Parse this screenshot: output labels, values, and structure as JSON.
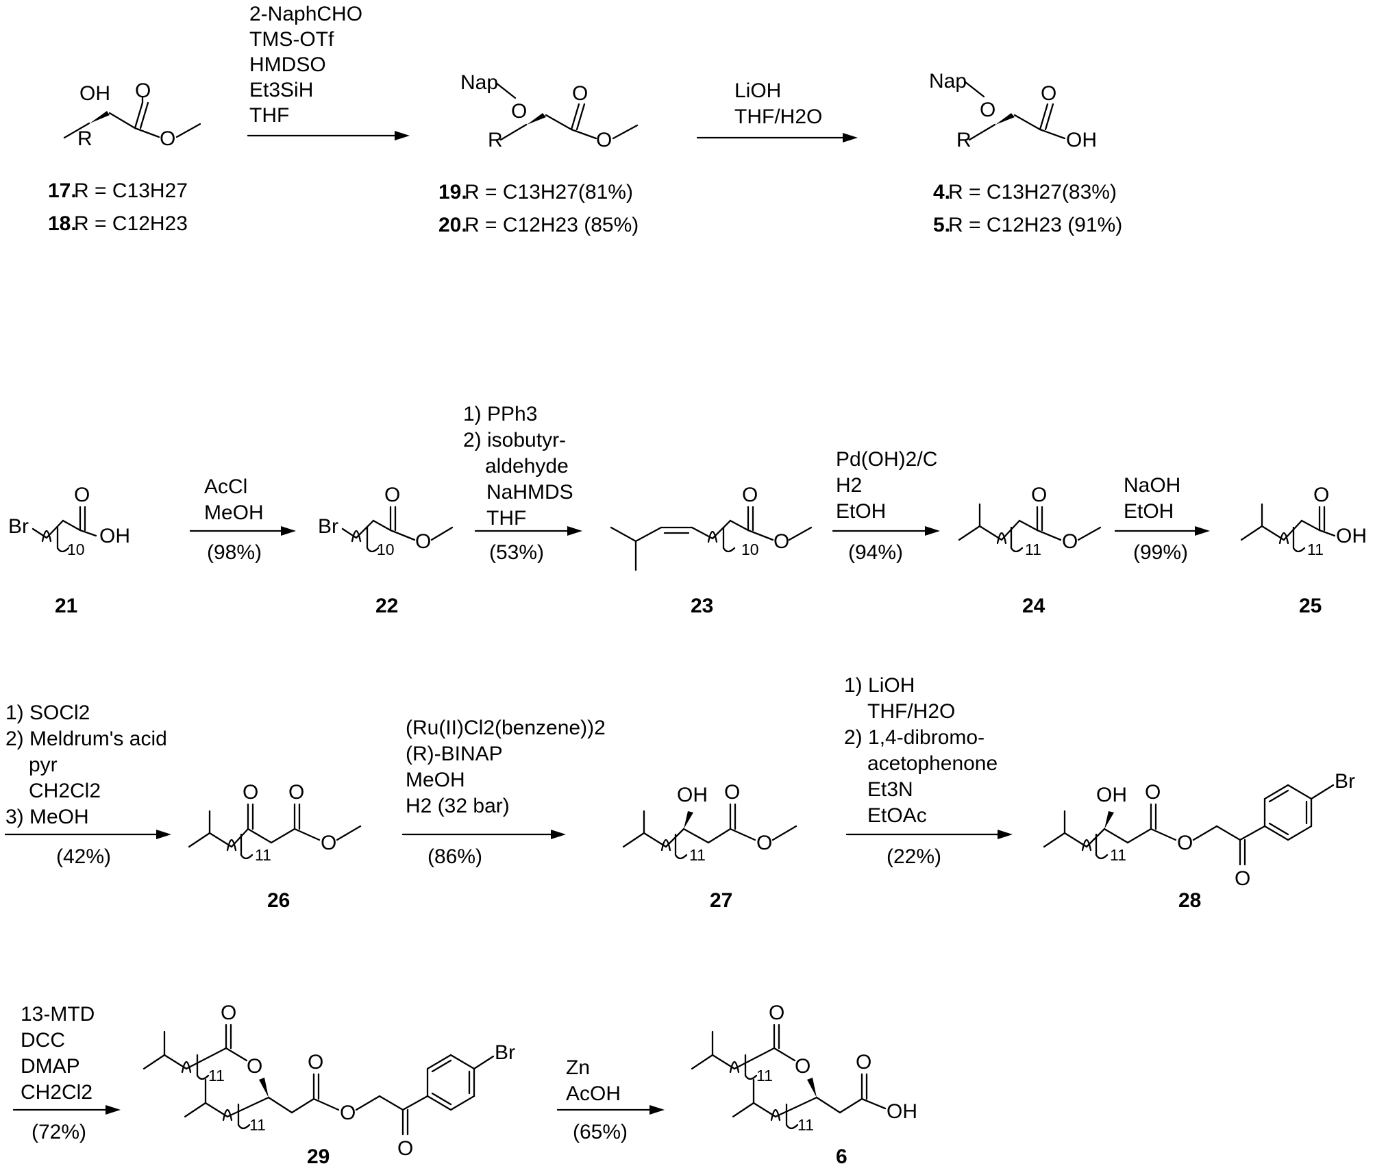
{
  "scheme": {
    "row1": {
      "reagents_a": [
        "2-NaphCHO",
        "TMS-OTf",
        "HMDSO",
        "Et3SiH",
        "THF"
      ],
      "reagents_b": [
        "LiOH",
        "THF/H2O"
      ],
      "cpd17": {
        "num": "17.",
        "r": " R = C13H27"
      },
      "cpd18": {
        "num": "18.",
        "r": " R = C12H23"
      },
      "cpd19": {
        "num": "19.",
        "r": " R = C13H27(81%)"
      },
      "cpd20": {
        "num": "20.",
        "r": " R = C12H23 (85%)"
      },
      "cpd4": {
        "num": "4.",
        "r": " R = C13H27(83%)"
      },
      "cpd5": {
        "num": "5.",
        "r": " R = C12H23 (91%)"
      }
    },
    "row2": {
      "step1": {
        "reagents": [
          "AcCl",
          "MeOH"
        ],
        "yield": "(98%)"
      },
      "step2": {
        "reagents": [
          "1) PPh3",
          "2) isobutyr-",
          "aldehyde",
          "NaHMDS",
          "THF"
        ],
        "yield": "(53%)"
      },
      "step3": {
        "reagents": [
          "Pd(OH)2/C",
          "H2",
          "EtOH"
        ],
        "yield": "(94%)"
      },
      "step4": {
        "reagents": [
          "NaOH",
          "EtOH"
        ],
        "yield": "(99%)"
      },
      "labels": [
        "21",
        "22",
        "23",
        "24",
        "25"
      ]
    },
    "row3": {
      "step1": {
        "reagents": [
          "1) SOCl2",
          "2) Meldrum's acid",
          "pyr",
          "CH2Cl2",
          "3) MeOH"
        ],
        "yield": "(42%)"
      },
      "step2": {
        "reagents": [
          "(Ru(II)Cl2(benzene))2",
          "(R)-BINAP",
          "MeOH",
          "H2 (32 bar)"
        ],
        "yield": "(86%)"
      },
      "step3": {
        "reagents": [
          "1) LiOH",
          "THF/H2O",
          "2) 1,4-dibromo-",
          "acetophenone",
          "Et3N",
          "EtOAc"
        ],
        "yield": "(22%)"
      },
      "labels": [
        "26",
        "27",
        "28"
      ]
    },
    "row4": {
      "step1": {
        "reagents": [
          "13-MTD",
          "DCC",
          "DMAP",
          "CH2Cl2"
        ],
        "yield": "(72%)"
      },
      "step2": {
        "reagents": [
          "Zn",
          "AcOH"
        ],
        "yield": "(65%)"
      },
      "labels": [
        "29",
        "6"
      ]
    },
    "atoms": {
      "O": "O",
      "OH": "OH",
      "Nap": "Nap",
      "R": "R",
      "Br": "Br",
      "n10": "10",
      "n11": "11"
    }
  }
}
